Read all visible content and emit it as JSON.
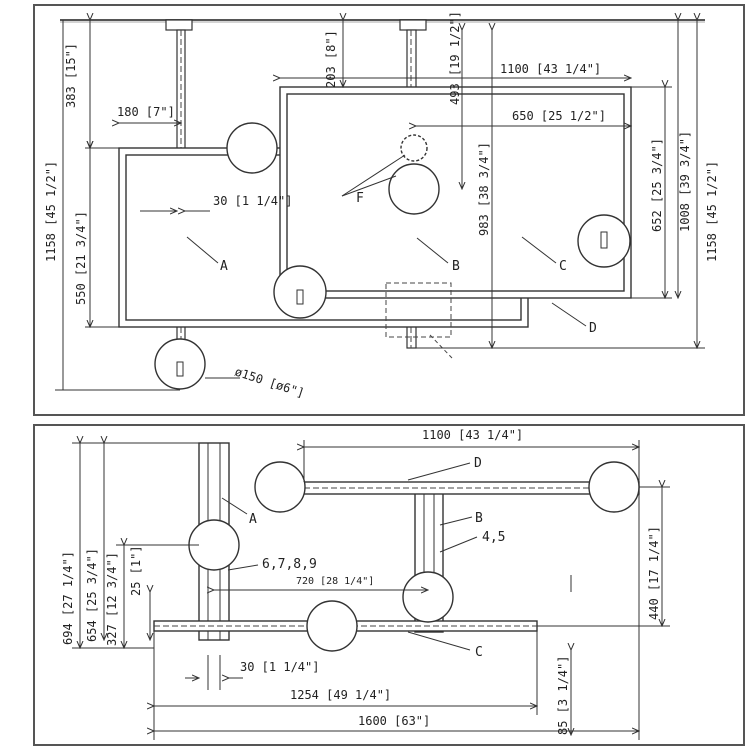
{
  "top_view": {
    "dims": {
      "d383": "383 [15\"]",
      "d203": "203 [8\"]",
      "d493": "493 [19 1/2\"]",
      "d1100": "1100 [43 1/4\"]",
      "d180": "180 [7\"]",
      "d650": "650 [25 1/2\"]",
      "d30": "30 [1 1/4\"]",
      "d983": "983 [38 3/4\"]",
      "d652": "652 [25 3/4\"]",
      "d1008": "1008 [39 3/4\"]",
      "d1158r": "1158 [45 1/2\"]",
      "d1158l": "1158 [45 1/2\"]",
      "d550": "550 [21 3/4\"]",
      "d150": "ø150 [ø6\"]"
    },
    "labels": {
      "A": "A",
      "B": "B",
      "C": "C",
      "D": "D",
      "F": "F"
    }
  },
  "bottom_view": {
    "dims": {
      "d1100": "1100 [43 1/4\"]",
      "d694": "694 [27 1/4\"]",
      "d654": "654 [25 3/4\"]",
      "d327": "327 [12 3/4\"]",
      "d25": "25 [1\"]",
      "d720": "720 [28 1/4\"]",
      "d440": "440 [17 1/4\"]",
      "d30": "30 [1 1/4\"]",
      "d1254": "1254 [49 1/4\"]",
      "d1600": "1600 [63\"]",
      "d85": "85 [3 1/4\"]"
    },
    "labels": {
      "A": "A",
      "B": "B",
      "C": "C",
      "D": "D",
      "parts_45": "4,5",
      "parts_6789": "6,7,8,9"
    }
  }
}
